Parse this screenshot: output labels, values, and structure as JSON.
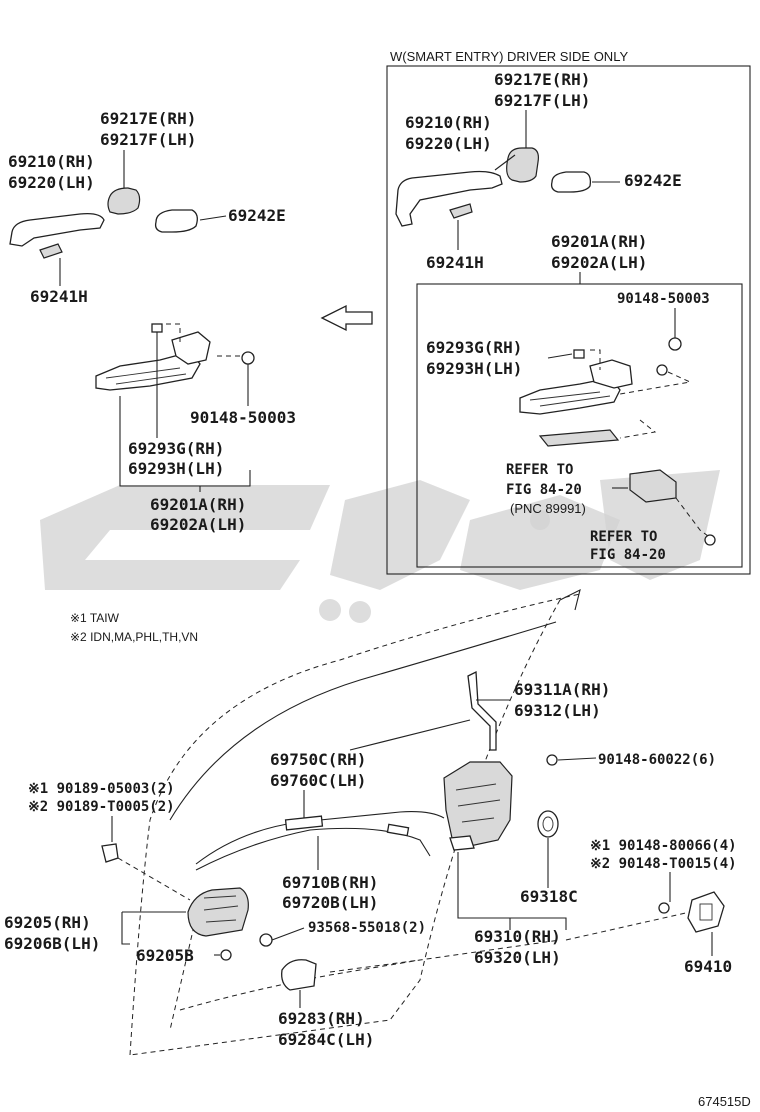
{
  "smart_entry": {
    "header": "W(SMART ENTRY) DRIVER SIDE ONLY",
    "cover_rh": "69217E(RH)",
    "cover_lh": "69217F(LH)",
    "handle_rh": "69210(RH)",
    "handle_lh": "69220(LH)",
    "pad": "69242E",
    "pad2": "69241H",
    "frame_rh": "69201A(RH)",
    "frame_lh": "69202A(LH)",
    "bolt": "90148-50003",
    "cap_rh": "69293G(RH)",
    "cap_lh": "69293H(LH)",
    "refer1_a": "REFER TO",
    "refer1_b": "FIG 84-20",
    "refer1_c": "(PNC 89991)",
    "refer2_a": "REFER TO",
    "refer2_b": "FIG 84-20"
  },
  "standard": {
    "cover_rh": "69217E(RH)",
    "cover_lh": "69217F(LH)",
    "handle_rh": "69210(RH)",
    "handle_lh": "69220(LH)",
    "pad": "69242E",
    "pad2": "69241H",
    "bolt": "90148-50003",
    "cap_rh": "69293G(RH)",
    "cap_lh": "69293H(LH)",
    "frame_rh": "69201A(RH)",
    "frame_lh": "69202A(LH)"
  },
  "notes": {
    "n1": "※1 TAIW",
    "n2": "※2 IDN,MA,PHL,TH,VN"
  },
  "door": {
    "rod_rh": "69311A(RH)",
    "rod_lh": "69312(LH)",
    "screw": "90148-60022(6)",
    "cable_rh": "69750C(RH)",
    "cable_lh": "69760C(LH)",
    "clip1": "※1 90189-05003(2)",
    "clip2": "※2 90189-T0005(2)",
    "cable2_rh": "69710B(RH)",
    "cable2_lh": "69720B(LH)",
    "screw2_1": "※1 90148-80066(4)",
    "screw2_2": "※2 90148-T0015(4)",
    "grommet": "69318C",
    "inside_rh": "69205(RH)",
    "inside_lh": "69206B(LH)",
    "screw3": "93568-55018(2)",
    "bezel_b": "69205B",
    "lock_rh": "69310(RH)",
    "lock_lh": "69320(LH)",
    "striker": "69410",
    "cover2_rh": "69283(RH)",
    "cover2_lh": "69284C(LH)"
  },
  "figure_code": "674515D"
}
